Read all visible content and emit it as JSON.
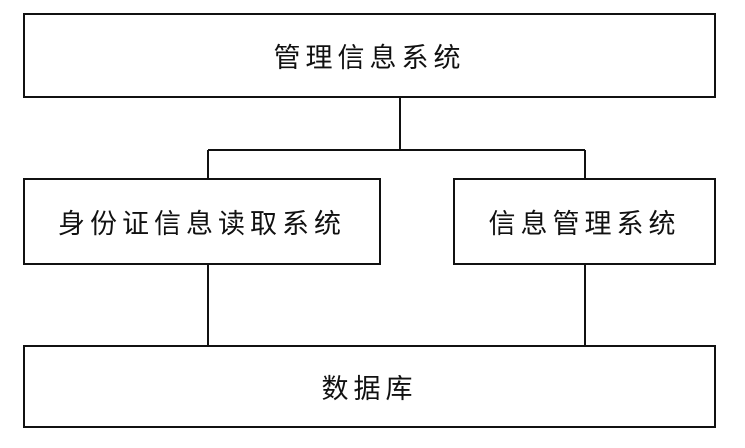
{
  "diagram": {
    "top_box": "管理信息系统",
    "left_box": "身份证信息读取系统",
    "right_box": "信息管理系统",
    "bottom_box": "数据库"
  }
}
